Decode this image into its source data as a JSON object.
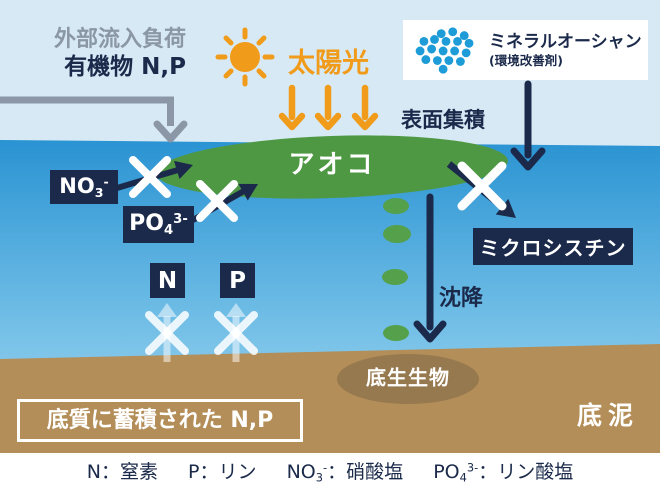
{
  "top_left": {
    "external_load": "外部流入負荷",
    "organic_matter": "有機物 N,P"
  },
  "sun": {
    "label": "太陽光"
  },
  "product": {
    "name": "ミネラルオーシャン",
    "subtitle": "(環境改善剤)"
  },
  "water": {
    "surface_accumulation": "表面集積",
    "aoko": "アオコ",
    "microcystin": "ミクロシスチン",
    "sinking": "沈降"
  },
  "chem": {
    "no3": {
      "base": "NO",
      "sub": "3",
      "sup": "-"
    },
    "po4": {
      "base": "PO",
      "sub": "4",
      "sup": "3-"
    },
    "n": "N",
    "p": "P"
  },
  "seafloor": {
    "benthos": "底生生物",
    "stored_np": "底質に蓄積された N,P",
    "sediment": "底泥"
  },
  "legend": {
    "items": [
      {
        "base": "N",
        "sub": "",
        "sup": "",
        "desc": "：窒素"
      },
      {
        "base": "P",
        "sub": "",
        "sup": "",
        "desc": "：リン"
      },
      {
        "base": "NO",
        "sub": "3",
        "sup": "-",
        "desc": "：硝酸塩"
      },
      {
        "base": "PO",
        "sub": "4",
        "sup": "3-",
        "desc": "：リン酸塩"
      }
    ]
  },
  "colors": {
    "sky": "#D6E9F4",
    "water_top": "#2A93D2",
    "water_bottom": "#A9D9F0",
    "sediment": "#B48E58",
    "benthos_ellipse": "#97794F",
    "navy": "#1B2A4B",
    "gray": "#8B97A6",
    "orange": "#F19B1A",
    "algae_green": "#4E9843",
    "dot_blue": "#1E9CD8"
  }
}
